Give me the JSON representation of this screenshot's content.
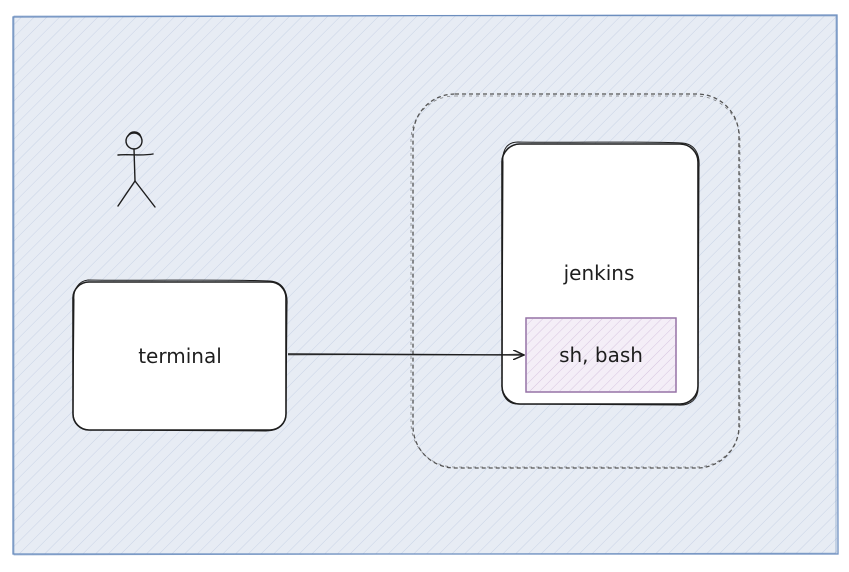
{
  "nodes": {
    "terminal": {
      "label": "terminal"
    },
    "jenkins": {
      "label": "jenkins"
    },
    "shell": {
      "label": "sh, bash"
    }
  },
  "edges": [
    {
      "from": "terminal",
      "to": "shell"
    }
  ],
  "colors": {
    "background_fill": "#e7ecf4",
    "background_stroke": "#6c8ebf",
    "node_fill": "#ffffff",
    "node_stroke": "#1e1e1e",
    "group_stroke": "#555555",
    "shell_fill": "#e9dcef",
    "shell_stroke": "#9673a6"
  },
  "icons": {
    "user": "stick-figure-icon"
  }
}
